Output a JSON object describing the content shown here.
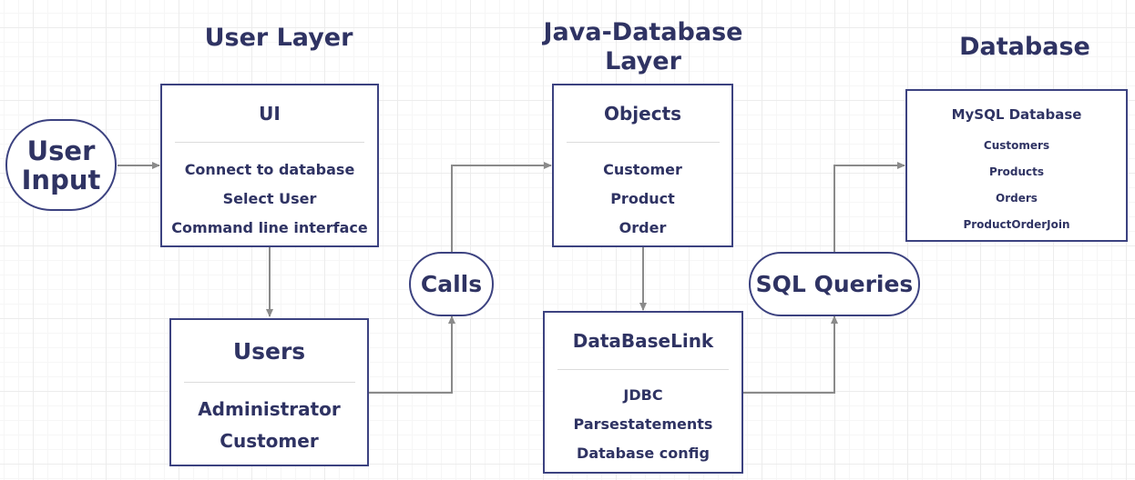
{
  "headings": {
    "user_layer": "User Layer",
    "java_database_layer_line1": "Java-Database",
    "java_database_layer_line2": "Layer",
    "database": "Database"
  },
  "user_input": {
    "line1": "User",
    "line2": "Input"
  },
  "ui_box": {
    "title": "UI",
    "items": [
      "Connect to database",
      "Select User",
      "Command line interface"
    ]
  },
  "users_box": {
    "title": "Users",
    "items": [
      "Administrator",
      "Customer"
    ]
  },
  "calls_label": "Calls",
  "objects_box": {
    "title": "Objects",
    "items": [
      "Customer",
      "Product",
      "Order"
    ]
  },
  "databaselink_box": {
    "title": "DataBaseLink",
    "items": [
      "JDBC",
      "Parsestatements",
      "Database config"
    ]
  },
  "sql_queries_label": "SQL Queries",
  "mysql_box": {
    "title": "MySQL Database",
    "items": [
      "Customers",
      "Products",
      "Orders",
      "ProductOrderJoin"
    ]
  },
  "colors": {
    "text": "#2f3363",
    "border": "#3c4280",
    "connector": "#8a8a8a",
    "grid": "#ececec"
  }
}
